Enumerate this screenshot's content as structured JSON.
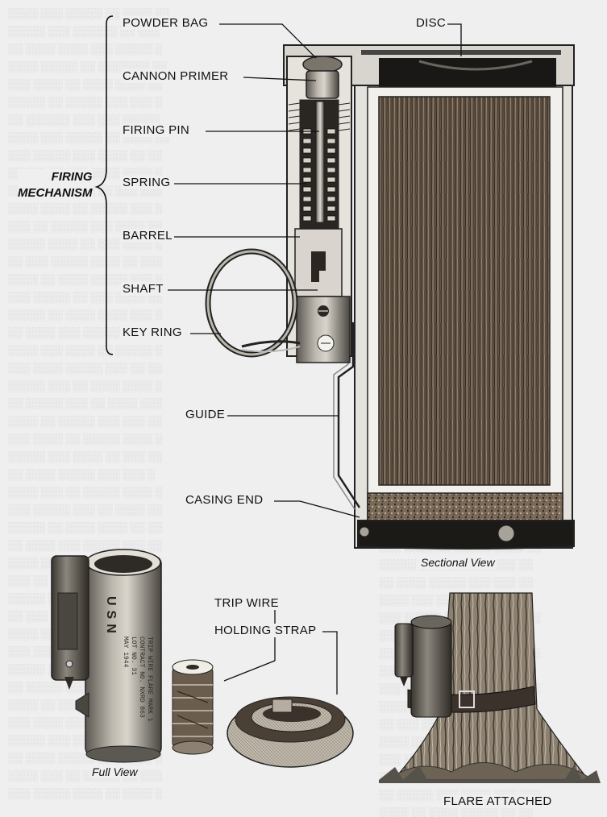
{
  "labels": {
    "powder_bag": "POWDER BAG",
    "cannon_primer": "CANNON PRIMER",
    "firing_pin": "FIRING PIN",
    "spring": "SPRING",
    "barrel": "BARREL",
    "shaft": "SHAFT",
    "key_ring": "KEY RING",
    "guide": "GUIDE",
    "casing_end": "CASING END",
    "disc": "DISC",
    "trip_wire": "TRIP WIRE",
    "holding_strap": "HOLDING STRAP"
  },
  "group_label": {
    "line1": "FIRING",
    "line2": "MECHANISM"
  },
  "captions": {
    "sectional_view": "Sectional View",
    "full_view": "Full View",
    "flare_attached": "FLARE ATTACHED"
  },
  "canister_markings": {
    "letters": "USN",
    "line1": "TRIP WIRE FLARE MARK 1",
    "line2": "CONTRACT NO. NXRD 863",
    "line3": "LOT NO. 31",
    "line4": "MAY 1944"
  }
}
